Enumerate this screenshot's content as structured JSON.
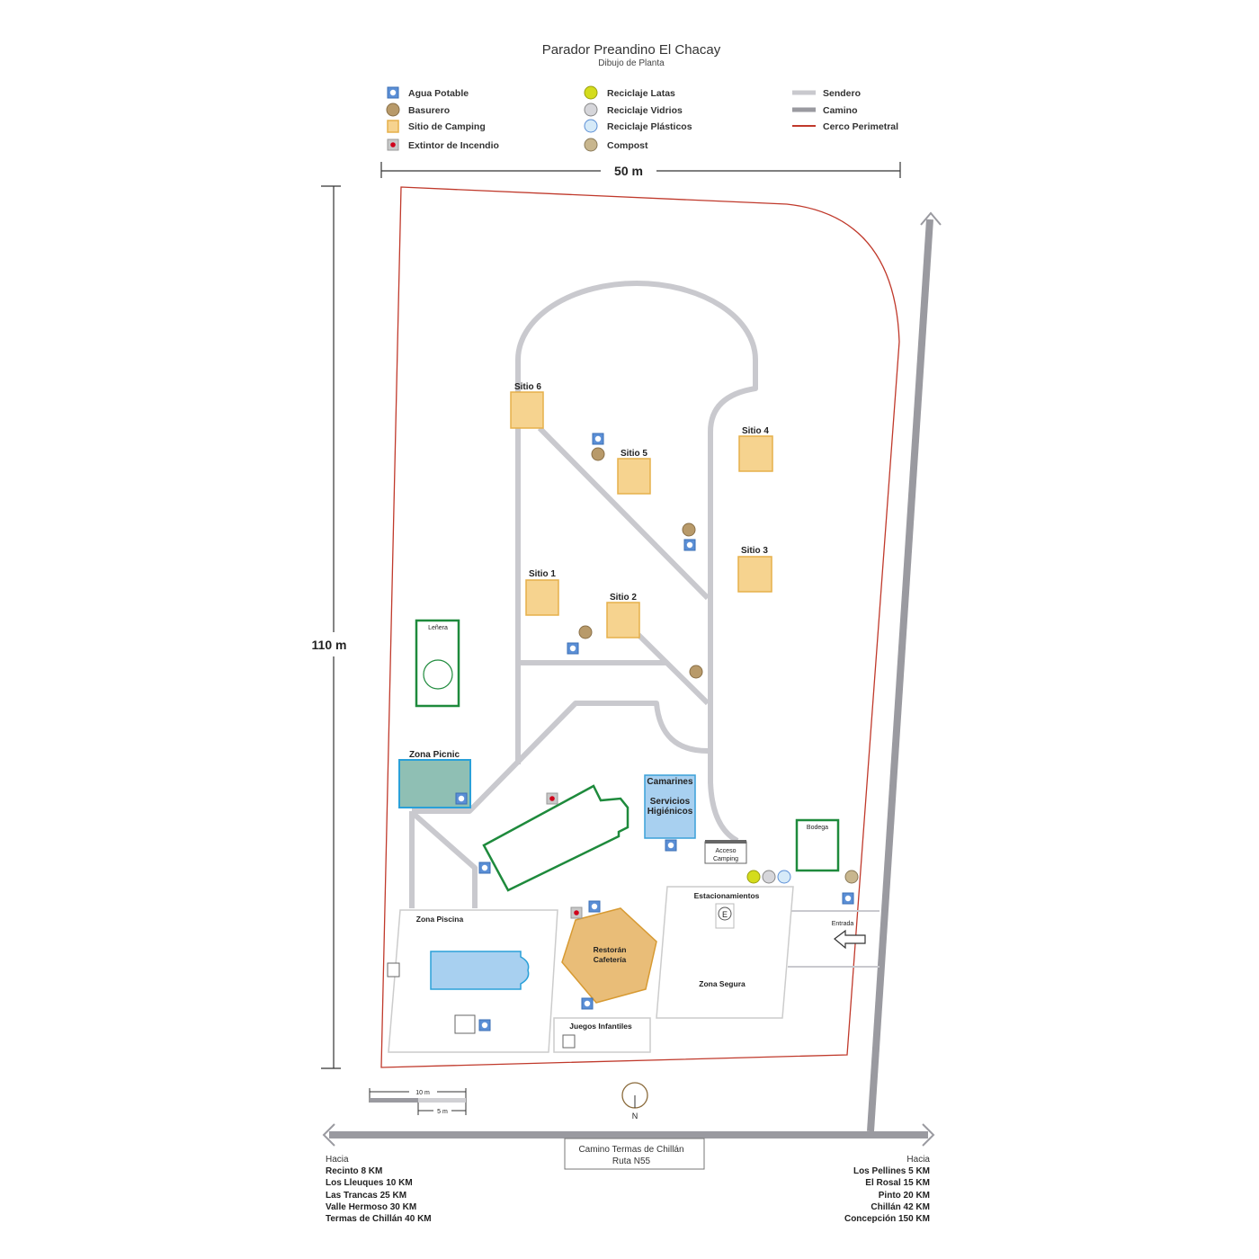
{
  "header": {
    "title": "Parador Preandino El Chacay",
    "subtitle": "Dibujo de Planta"
  },
  "legend": {
    "items": [
      {
        "label": "Agua Potable",
        "icon": "water-icon"
      },
      {
        "label": "Basurero",
        "icon": "trash-icon"
      },
      {
        "label": "Sitio de Camping",
        "icon": "campsite-icon"
      },
      {
        "label": "Extintor de Incendio",
        "icon": "fire-extinguisher-icon"
      },
      {
        "label": "Reciclaje Latas",
        "icon": "recycle-cans-icon"
      },
      {
        "label": "Reciclaje Vidrios",
        "icon": "recycle-glass-icon"
      },
      {
        "label": "Reciclaje Plásticos",
        "icon": "recycle-plastic-icon"
      },
      {
        "label": "Compost",
        "icon": "compost-icon"
      },
      {
        "label": "Sendero",
        "icon": "trail-line"
      },
      {
        "label": "Camino",
        "icon": "road-line"
      },
      {
        "label": "Cerco Perimetral",
        "icon": "fence-line"
      }
    ]
  },
  "dimensions": {
    "width": "50 m",
    "height": "110 m"
  },
  "sites": [
    "Sitio 6",
    "Sitio 5",
    "Sitio 4",
    "Sitio 3",
    "Sitio 1",
    "Sitio 2"
  ],
  "areas": {
    "lenera": "Leñera",
    "picnic": "Zona Picnic",
    "camarines": "Camarines",
    "servicios_1": "Servicios",
    "servicios_2": "Higiénicos",
    "acceso_1": "Acceso",
    "acceso_2": "Camping",
    "bodega": "Bodega",
    "estacionamientos": "Estacionamientos",
    "e_sign": "E",
    "zona_segura": "Zona Segura",
    "entrada": "Entrada",
    "piscina": "Zona Piscina",
    "restoran_1": "Restorán",
    "restoran_2": "Cafetería",
    "juegos": "Juegos Infantiles"
  },
  "scale": {
    "big": "10 m",
    "small": "5 m"
  },
  "compass": "N",
  "road": {
    "name": "Camino Termas de Chillán",
    "route": "Ruta N55"
  },
  "destinations_left": {
    "heading": "Hacia",
    "items": [
      "Recinto 8 KM",
      "Los Lleuques 10 KM",
      "Las Trancas 25 KM",
      "Valle Hermoso 30 KM",
      "Termas de Chillán 40 KM"
    ]
  },
  "destinations_right": {
    "heading": "Hacia",
    "items": [
      "Los Pellines 5 KM",
      "El Rosal 15 KM",
      "Pinto 20 KM",
      "Chillán 42 KM",
      "Concepción 150 KM"
    ]
  },
  "colors": {
    "fence": "#c0392b",
    "trail": "#c9c9ce",
    "road": "#9a9aa0",
    "water": "#5b8fd6",
    "campsite": "#f6d38f",
    "building": "#1e8a3c"
  }
}
